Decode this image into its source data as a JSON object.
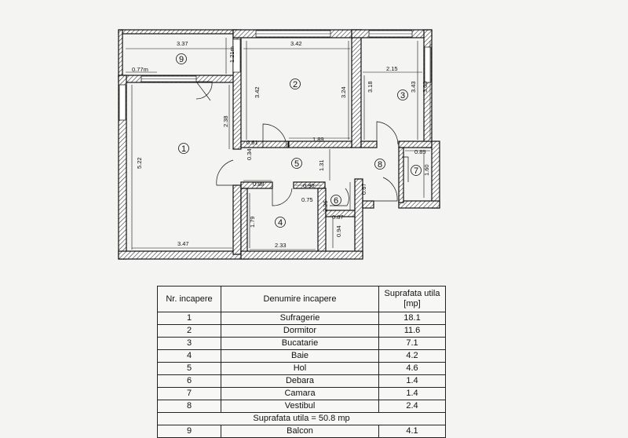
{
  "plan": {
    "dimensions": [
      "3.37",
      "1.21m",
      "0.77m",
      "3.42",
      "3.42",
      "3.24",
      "2.15",
      "3.18",
      "3.43",
      "3.00",
      "2.38",
      "5.22",
      "0.61",
      "0.34",
      "1.89",
      "1.31",
      "0.89",
      "1.60",
      "0.88",
      "0.90",
      "0.75",
      "2.26",
      "0.67",
      "0.87",
      "0.94",
      "1.79",
      "3.47",
      "2.33"
    ],
    "room_numbers": [
      "1",
      "2",
      "3",
      "4",
      "5",
      "6",
      "7",
      "8",
      "9"
    ]
  },
  "table": {
    "headers": [
      "Nr. incapere",
      "Denumire incapere",
      "Suprafata utila [mp]"
    ],
    "rows": [
      {
        "nr": "1",
        "name": "Sufragerie",
        "area": "18.1"
      },
      {
        "nr": "2",
        "name": "Dormitor",
        "area": "11.6"
      },
      {
        "nr": "3",
        "name": "Bucatarie",
        "area": "7.1"
      },
      {
        "nr": "4",
        "name": "Baie",
        "area": "4.2"
      },
      {
        "nr": "5",
        "name": "Hol",
        "area": "4.6"
      },
      {
        "nr": "6",
        "name": "Debara",
        "area": "1.4"
      },
      {
        "nr": "7",
        "name": "Camara",
        "area": "1.4"
      },
      {
        "nr": "8",
        "name": "Vestibul",
        "area": "2.4"
      }
    ],
    "total": "Suprafata utila = 50.8 mp",
    "partial_row": {
      "nr": "9",
      "name": "Balcon",
      "area": "4.1"
    }
  }
}
